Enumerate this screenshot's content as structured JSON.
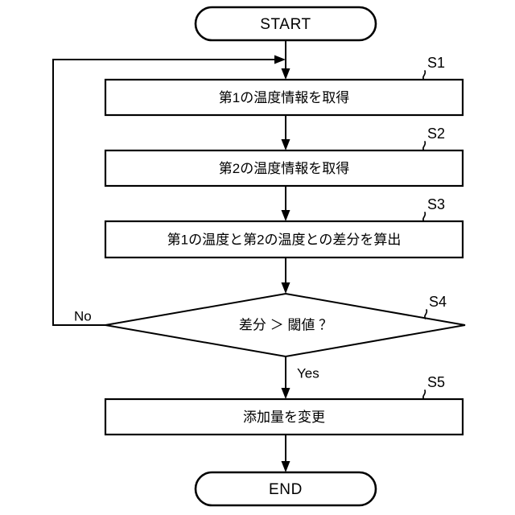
{
  "diagram": {
    "type": "flowchart",
    "orientation": "top-to-bottom",
    "language": "ja",
    "background_color": "#ffffff",
    "line_color": "#000000",
    "nodes": [
      {
        "id": "start",
        "kind": "terminator",
        "text": "START",
        "step_label": ""
      },
      {
        "id": "s1",
        "kind": "process",
        "text": "第1の温度情報を取得",
        "step_label": "S1"
      },
      {
        "id": "s2",
        "kind": "process",
        "text": "第2の温度情報を取得",
        "step_label": "S2"
      },
      {
        "id": "s3",
        "kind": "process",
        "text": "第1の温度と第2の温度との差分を算出",
        "step_label": "S3"
      },
      {
        "id": "s4",
        "kind": "decision",
        "text": "差分 ＞ 閾値 ？",
        "step_label": "S4"
      },
      {
        "id": "s5",
        "kind": "process",
        "text": "添加量を変更",
        "step_label": "S5"
      },
      {
        "id": "end",
        "kind": "terminator",
        "text": "END",
        "step_label": ""
      }
    ],
    "branches": {
      "no_label": "No",
      "yes_label": "Yes"
    }
  }
}
